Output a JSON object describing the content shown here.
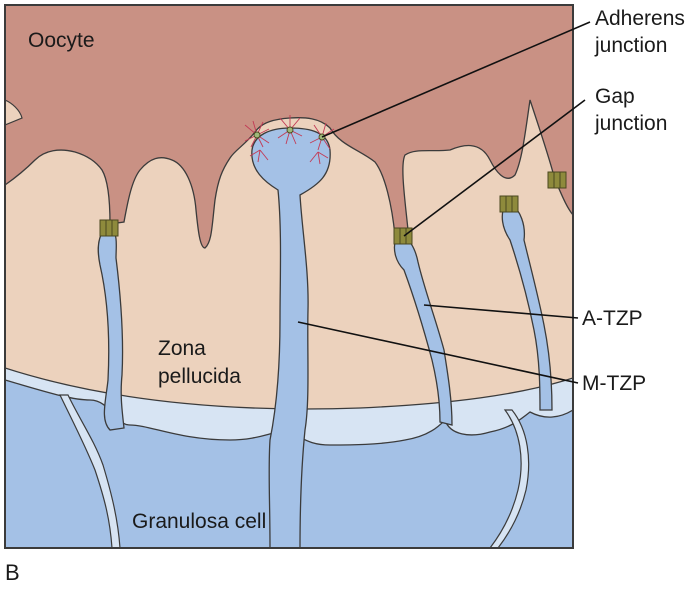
{
  "labels": {
    "oocyte": "Oocyte",
    "zona": [
      "Zona",
      "pellucida"
    ],
    "granulosa": "Granulosa cell",
    "adherens": [
      "Adherens",
      "junction"
    ],
    "gap": [
      "Gap",
      "junction"
    ],
    "a_tzp": "A-TZP",
    "m_tzp": "M-TZP",
    "panel": "B"
  },
  "colors": {
    "oocyte": "#c99184",
    "zona": "#ecd2bd",
    "granulosa": "#a4c1e6",
    "light_band": "#d7e4f3",
    "outline": "#3b3b3b",
    "junction": "#8e8a3c",
    "adherens_fibers": "#c23a55"
  }
}
